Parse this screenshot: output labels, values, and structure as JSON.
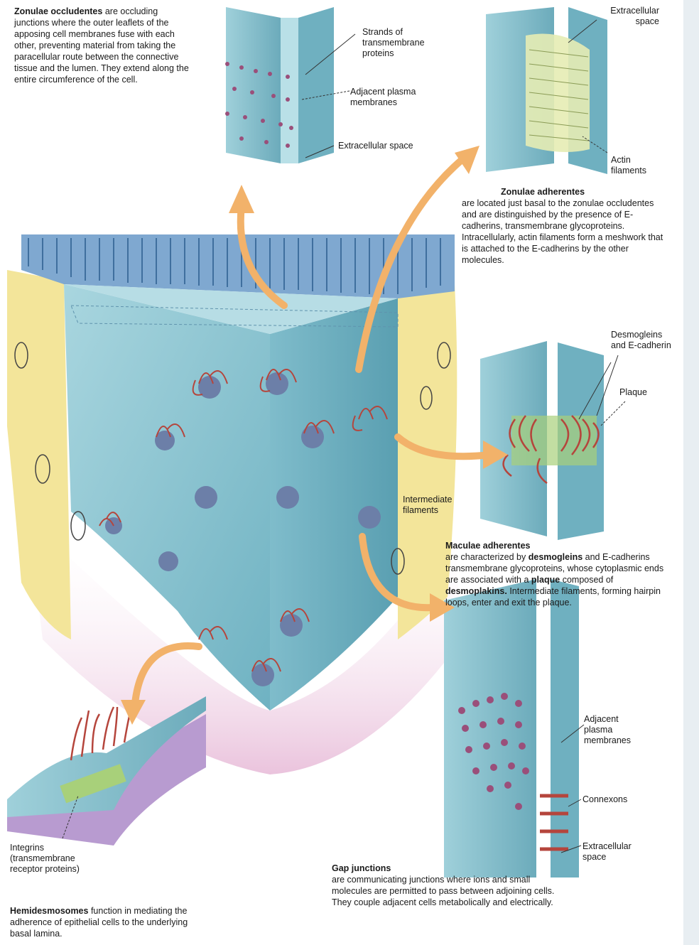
{
  "colors": {
    "cell_blue": "#8fc7d2",
    "cell_blue_dark": "#5fa6b6",
    "cell_yellow": "#f3e59a",
    "basal_pink": "#e9b8d6",
    "basal_purple": "#b89bd0",
    "arrow_orange": "#f2b26a",
    "filament_red": "#b5453c",
    "plaque_green": "#a8d07a"
  },
  "zonulae_occludentes": {
    "title": "Zonulae occludentes",
    "body": "are occluding junctions where the outer leaflets of the apposing cell membranes fuse with each other, preventing material from taking the paracellular route between the connective tissue and the lumen. They extend along the entire circumference of the cell.",
    "label_strands": "Strands of\ntransmembrane\nproteins",
    "label_membranes": "Adjacent plasma\nmembranes",
    "label_space": "Extracellular space"
  },
  "zonulae_adherentes": {
    "title": "Zonulae adherentes",
    "body": "are located just basal to the zonulae occludentes and are distinguished by the presence of E-cadherins, transmembrane glycoproteins. Intracellularly, actin filaments form a meshwork that is attached to the E-cadherins by the other molecules.",
    "label_space": "Extracellular\nspace",
    "label_actin": "Actin\nfilaments"
  },
  "maculae_adherentes": {
    "title": "Maculae adherentes",
    "body_1": "are characterized by",
    "bold_1": "desmogleins",
    "body_2": "and E-cadherins transmembrane glycoproteins, whose cytoplasmic ends are associated with a",
    "bold_2": "plaque",
    "body_3": "composed of",
    "bold_3": "desmoplakins.",
    "body_4": "Intermediate filaments, forming hairpin loops, enter and exit the plaque.",
    "label_desmogleins": "Desmogleins\nand E-cadherin",
    "label_plaque": "Plaque",
    "label_intermediate": "Intermediate\nfilaments"
  },
  "gap_junctions": {
    "title": "Gap junctions",
    "body": "are communicating junctions where ions and small molecules are permitted to pass between adjoining cells. They couple adjacent cells metabolically and electrically.",
    "label_adjacent": "Adjacent\nplasma\nmembranes",
    "label_connexons": "Connexons",
    "label_space": "Extracellular\nspace"
  },
  "hemidesmosomes": {
    "title": "Hemidesmosomes",
    "body": "function in mediating the adherence of epithelial cells to the underlying basal lamina.",
    "label_integrins": "Integrins\n(transmembrane\nreceptor proteins)"
  }
}
